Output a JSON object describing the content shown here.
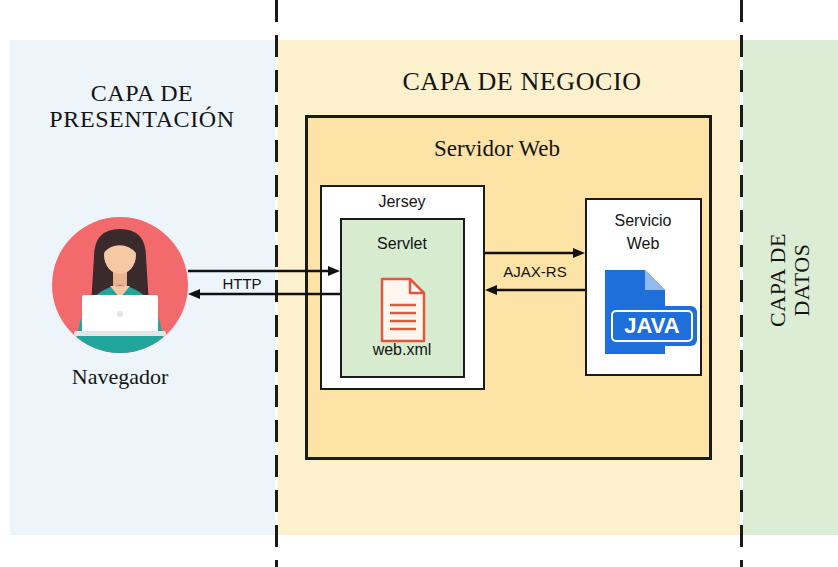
{
  "diagram": {
    "nodes": [
      {
        "text": [
          "CAPA DE PRESENTACIÓN"
        ]
      },
      {
        "text": [
          "CAPA DE NEGOCIO"
        ]
      },
      {
        "text": [
          "CAPA DE DATOS"
        ]
      },
      {
        "text": [
          "Navegador"
        ],
        "in": 0
      },
      {
        "text": [
          "Servidor Web"
        ],
        "in": 1
      },
      {
        "text": [
          "Jersey"
        ],
        "in": 4
      },
      {
        "text": [
          "Servlet",
          "web.xml"
        ],
        "in": 5
      },
      {
        "text": [
          "Servicio Web"
        ],
        "in": 4
      }
    ],
    "edges": [
      {
        "from": 3,
        "to": 6,
        "label": "HTTP",
        "arrow": "to"
      },
      {
        "from": 6,
        "to": 3,
        "arrow": "to"
      },
      {
        "from": 5,
        "to": 7,
        "label": "AJAX-RS",
        "arrow": "to"
      },
      {
        "from": 7,
        "to": 5,
        "arrow": "to"
      }
    ],
    "labels": [
      "JAVA"
    ]
  }
}
